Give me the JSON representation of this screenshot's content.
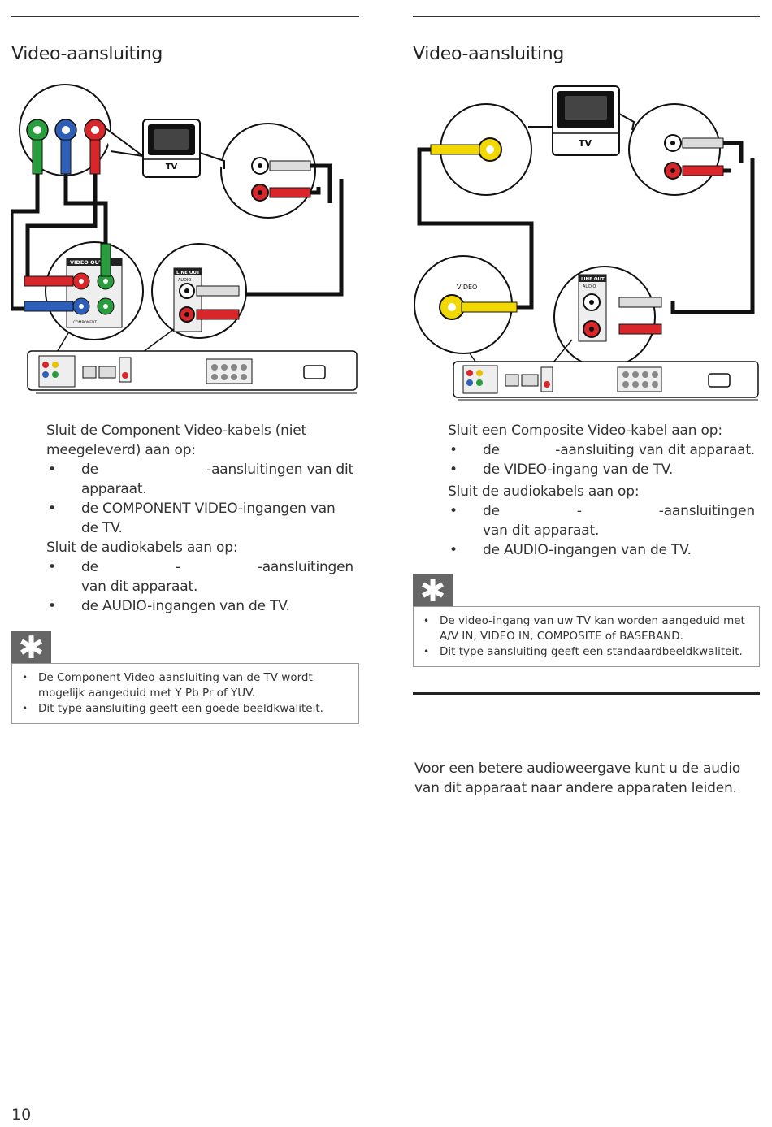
{
  "page_number": "10",
  "left": {
    "title": "Video-aansluiting",
    "intro": "Sluit de Component Video-kabels (niet meegeleverd) aan op:",
    "bullets1": [
      {
        "word": "de",
        "rest": "-aansluitingen van dit",
        "cont": "apparaat."
      },
      {
        "text": "de COMPONENT VIDEO-ingangen van de TV."
      }
    ],
    "audio_intro": "Sluit de audiokabels aan op:",
    "bullets2": [
      {
        "word": "de",
        "dash": "-",
        "rest": "-aansluitingen",
        "cont": "van dit apparaat."
      },
      {
        "text": "de AUDIO-ingangen van de TV."
      }
    ],
    "tips": [
      "De Component Video-aansluiting van de TV wordt mogelijk aangeduid met Y Pb Pr of YUV.",
      "Dit type aansluiting geeft een goede beeldkwaliteit."
    ],
    "figure": {
      "tv_label": "TV",
      "video_out_label": "VIDEO OUT",
      "line_out_label": "LINE OUT",
      "audio_label": "AUDIO",
      "component_label": "COMPONENT"
    }
  },
  "right": {
    "title": "Video-aansluiting",
    "intro": "Sluit een Composite Video-kabel aan op:",
    "bullets1": [
      {
        "word": "de",
        "rest": "-aansluiting van dit apparaat."
      },
      {
        "text": "de VIDEO-ingang van de TV."
      }
    ],
    "audio_intro": "Sluit de audiokabels aan op:",
    "bullets2": [
      {
        "word": "de",
        "dash": "-",
        "rest": "-aansluitingen",
        "cont": "van dit apparaat."
      },
      {
        "text": "de AUDIO-ingangen van de TV."
      }
    ],
    "tips": [
      "De video-ingang van uw TV kan worden aangeduid met A/V IN, VIDEO IN, COMPOSITE of BASEBAND.",
      "Dit type aansluiting geeft een standaardbeeldkwaliteit."
    ],
    "section2_text": "Voor een betere audioweergave kunt u de audio van dit apparaat naar andere apparaten leiden.",
    "figure": {
      "tv_label": "TV",
      "video_label": "VIDEO",
      "line_out_label": "LINE OUT",
      "audio_label": "AUDIO"
    }
  }
}
